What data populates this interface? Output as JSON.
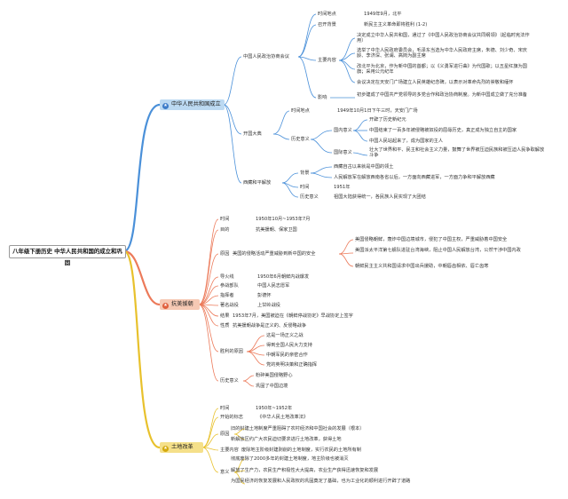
{
  "root": "八年级下册历史 中华人民共和国的成立和巩固",
  "colors": {
    "branch1": "#4a90d9",
    "branch2": "#ec7a5a",
    "branch3": "#e8c12c",
    "topic1_bg": "#bcd9f2",
    "topic2_bg": "#f6c9b4",
    "topic3_bg": "#f5e08a"
  },
  "b1": {
    "topic": "中华人民共和国成立",
    "icon": "star-icon",
    "zhengxie": "中国人民政治协商会议",
    "zx_time_label": "时间地点",
    "zx_time_val": "1949年9月，北平",
    "zx_open_label": "召开背景",
    "zx_open_val": "新民主主义革命即将胜利 (1-2)",
    "zx_main_label": "主要内容",
    "zx_main_1": "决定成立中华人民共和国，通过了《中国人民政治协商会议共同纲领》（起临时宪法作用）",
    "zx_main_2": "选举了中华人民政府委员会，毛泽东当选为中华人民政府主席，朱德、刘少奇、宋庆龄、李济深、张澜、高岗为副主席",
    "zx_main_3": "改北平为北京，作为新中国的首都；以《义勇军进行曲》为代国歌；以五星红旗为国旗；采用公元纪年",
    "zx_main_4": "会议决定在天安门广场建立人民英雄纪念碑，以表示对革命先烈的崇敬和缅怀",
    "zx_impact_label": "影响",
    "zx_impact_val": "初步建成了中国共产党领导的多党合作和政治协商制度。为新中国成立做了充分准备",
    "kaiguo": "开国大典",
    "kg_time_label": "时间地点",
    "kg_time_val": "1949年10月1日下午三时，天安门广场",
    "kg_hist_label": "历史意义",
    "kg_nat_label": "国内意义",
    "kg_nat_1": "开辟了历史新纪元",
    "kg_nat_2": "中国结束了一百多年被侵略被奴役的屈辱历史，真正成为独立自主的国家",
    "kg_nat_3": "中国人民站起来了，成为国家的主人",
    "kg_int_label": "国际意义",
    "kg_int_1": "壮大了世界和平、民主和社会主义力量，鼓舞了世界被压迫民族和被压迫人民争取解放斗争",
    "xizang": "西藏和平解放",
    "xz_purpose_label": "背景",
    "xz_purpose_1": "西藏自古以来就是中国的领土",
    "xz_purpose_2": "人民解放军在解放西南各省以后，一方面向西藏进军，一方面力争和平解放西藏",
    "xz_time_label": "时间",
    "xz_time_val": "1951年",
    "xz_sig_label": "历史意义",
    "xz_sig_val": "祖国大陆获得统一，各民族人民实现了大团结"
  },
  "b2": {
    "topic": "抗美援朝",
    "icon": "star-icon",
    "time_label": "时间",
    "time_val": "1950年10月~1953年7月",
    "goal_label": "目的",
    "goal_val": "抗美援朝、保家卫国",
    "cause_label": "原因",
    "cause_val": "美国的侵略活动严重威胁到新中国的安全",
    "cause_1": "美国侵略朝鲜，轰炸中国边境城市，侵犯了中国主权，严重威胁着中国安全",
    "cause_2": "美国派太平洋第七舰队进驻台湾海峡，阻止中国人民解放台湾，公然干涉中国内政",
    "cause_3": "朝鲜民主主义共和国请求中国出兵援助，中朝唇齿相依、唇亡齿寒",
    "leader_label": "导火线",
    "leader_val": "1950年6月朝鲜内战爆发",
    "army_label": "参战部队",
    "army_val": "中国人民志愿军",
    "cmd_label": "指挥者",
    "cmd_val": "彭德怀",
    "battle_label": "著名战役",
    "battle_val": "上甘岭战役",
    "result_label": "结果",
    "result_val": "1953年7月，美国被迫在《朝鲜停战协定》早战协定上签字",
    "nature_label": "性质",
    "nature_val": "抗美援朝战争是正义的、反侵略战争",
    "win_label": "胜利的原因",
    "win_1": "这是一场正义之战",
    "win_2": "得到全国人民大力支持",
    "win_3": "中朝军民的亲密合作",
    "win_4": "党的英明决策和正确指挥",
    "hist_label": "历史意义",
    "hist_1": "粉碎美国侵略野心",
    "hist_2": "巩固了中国边境"
  },
  "b3": {
    "topic": "土地改革",
    "icon": "star-icon",
    "time_label": "时间",
    "time_val": "1950年~1952年",
    "start_label": "开始的标志",
    "start_val": "《中华人民土地改革法》",
    "cause_label": "原因",
    "cause_1": "旧的封建土地制度严重阻碍了农村经济和中国社会的发展（根本）",
    "cause_2": "新解放区约广大农民迫切要求进行土地改革，获得土地",
    "content_label": "主要内容",
    "content_val": "废除地主阶级封建剥削的土地制度，实行农民的土地所有制",
    "sig_label": "意义",
    "sig_1": "彻底废除了2000多年的封建土地制度，地主阶级也被消灭",
    "sig_2": "解放了生产力，农民生产积极性大大提高，农业生产获得迅速恢复和发展",
    "sig_3": "为国民经济的恢复发展和人民政权的巩固奠定了基础，也为工业化的顺利进行开辟了道路"
  }
}
